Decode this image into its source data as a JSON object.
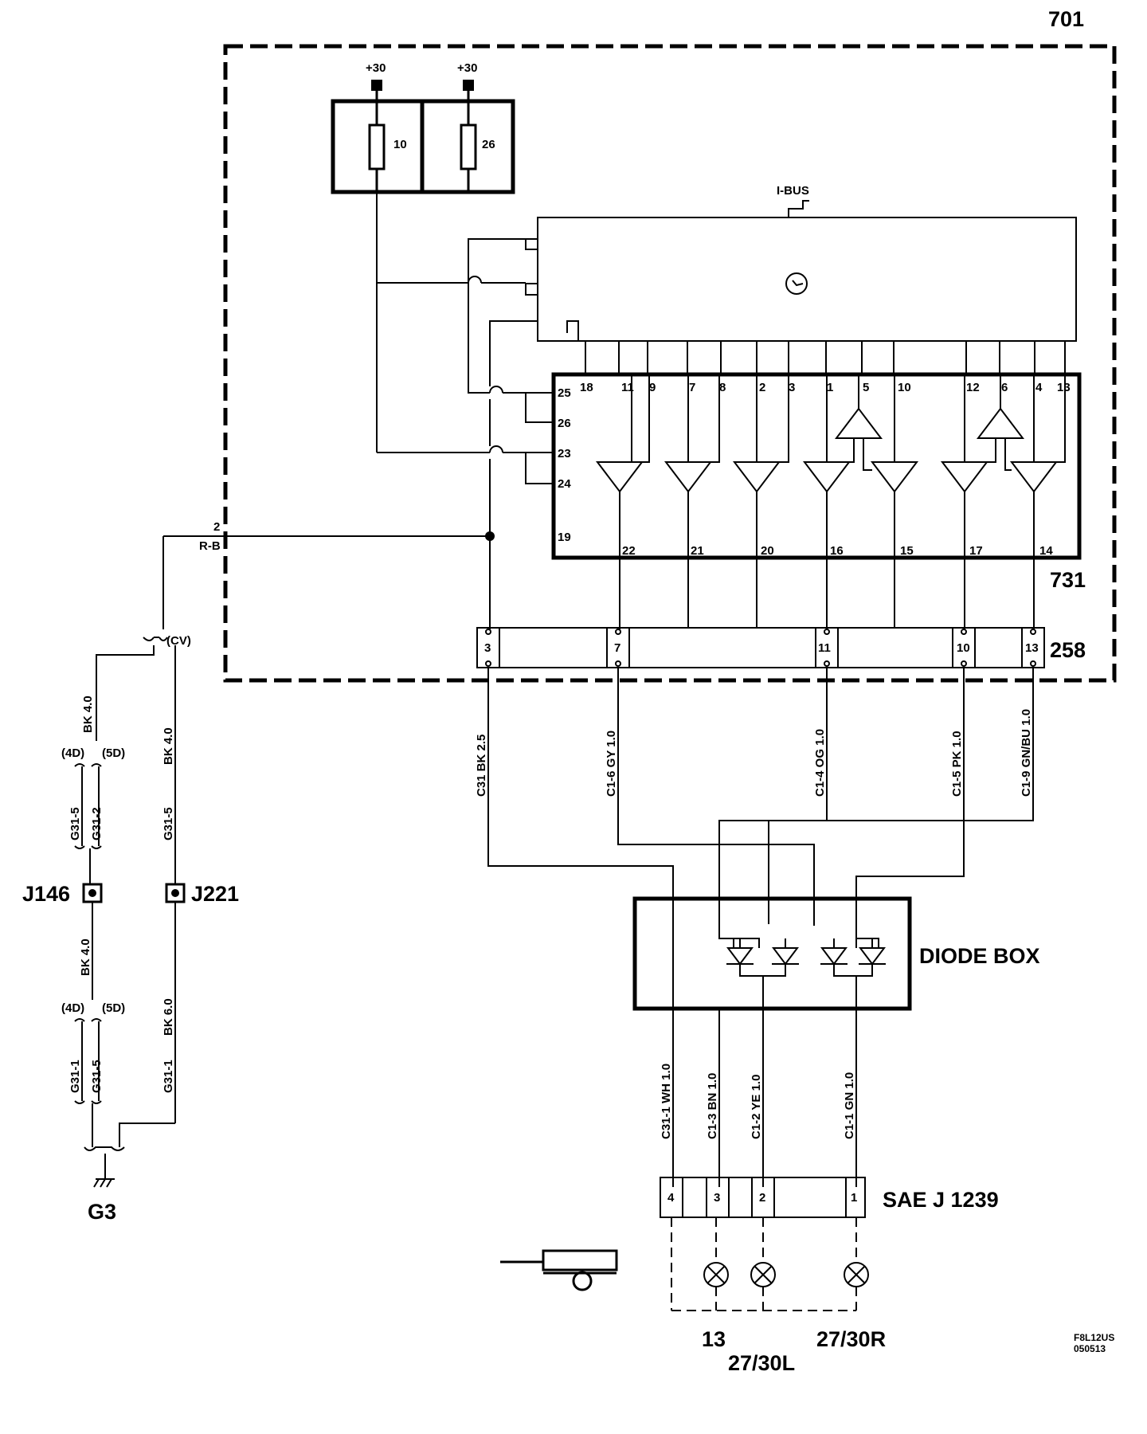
{
  "module_701": {
    "number": "701"
  },
  "module_731": {
    "number": "731"
  },
  "connector_258": {
    "number": "258",
    "pins": [
      "3",
      "7",
      "11",
      "10",
      "13"
    ]
  },
  "fuses": {
    "supply_label": "+30",
    "fuse_a": "10",
    "fuse_b": "26"
  },
  "ibus_label": "I-BUS",
  "ic_pins": {
    "top": [
      "18",
      "11",
      "9",
      "7",
      "8",
      "2",
      "3",
      "1",
      "5",
      "10",
      "12",
      "6",
      "4",
      "13"
    ],
    "left": [
      "25",
      "26",
      "23",
      "24",
      "19"
    ],
    "bottom": [
      "22",
      "21",
      "20",
      "16",
      "15",
      "17",
      "14"
    ]
  },
  "ground_feed": {
    "pin": "2",
    "color": "R-B",
    "junction": "(CV)"
  },
  "wires_out": [
    {
      "label": "C31  BK 2.5"
    },
    {
      "label": "C1-6  GY  1.0"
    },
    {
      "label": "C1-4  OG  1.0"
    },
    {
      "label": "C1-5  PK  1.0"
    },
    {
      "label": "C1-9  GN/BU 1.0"
    }
  ],
  "ground_path": {
    "wire_top_left": "BK 4.0",
    "wire_top_right": "BK 4.0",
    "variant_4d": "(4D)",
    "variant_5d": "(5D)",
    "pin_g31_5": "G31-5",
    "pin_g31_2": "G31-2",
    "pin_g31_5_right": "G31-5",
    "splice_j146": "J146",
    "splice_j221": "J221",
    "wire_mid_left": "BK 4.0",
    "wire_mid_right": "BK 6.0",
    "variant_4d_b": "(4D)",
    "variant_5d_b": "(5D)",
    "pin_g31_1": "G31-1",
    "pin_g31_5_b": "G31-5",
    "pin_g31_1_right": "G31-1",
    "ground": "G3"
  },
  "diode_box": {
    "label": "DIODE BOX"
  },
  "wires_trailer": [
    {
      "label": "C31-1  WH  1.0"
    },
    {
      "label": "C1-3  BN  1.0"
    },
    {
      "label": "C1-2  YE  1.0"
    },
    {
      "label": "C1-1  GN  1.0"
    }
  ],
  "sae_connector": {
    "label": "SAE J 1239",
    "pins": [
      "4",
      "3",
      "2",
      "1"
    ]
  },
  "lamp_labels": {
    "l13": "13",
    "left": "27/30L",
    "right": "27/30R"
  },
  "figure_ref": {
    "code": "F8L12US",
    "date": "050513"
  }
}
